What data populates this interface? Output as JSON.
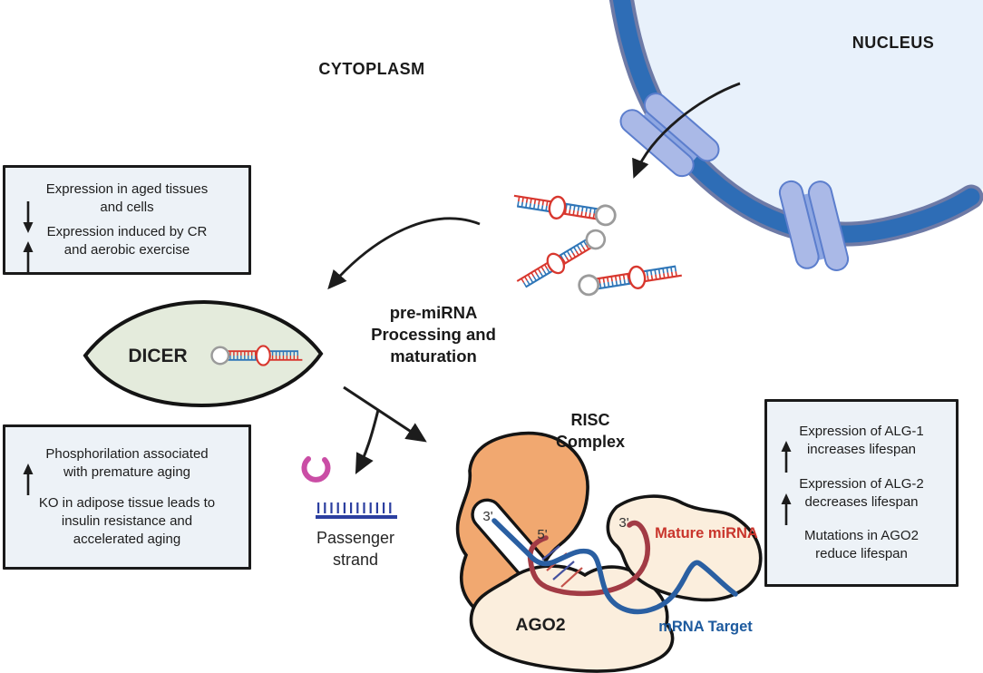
{
  "regions": {
    "cytoplasm_label": "CYTOPLASM",
    "nucleus_label": "NUCLEUS"
  },
  "molecules": {
    "dicer_label": "DICER",
    "ago2_label": "AGO2",
    "risc_label_line1": "RISC",
    "risc_label_line2": "Complex",
    "processing_line1": "pre-miRNA",
    "processing_line2": "Processing and",
    "processing_line3": "maturation",
    "passenger_line1": "Passenger",
    "passenger_line2": "strand",
    "mature_mirna_label": "Mature miRNA",
    "mrna_target_label": "mRNA Target",
    "slot_three_prime": "3'",
    "slot_five_prime": "5'",
    "mirna_three_prime": "3'"
  },
  "annotation_boxes": {
    "dicer_regulation": {
      "items": [
        {
          "icon": "arrow-down",
          "lines": [
            "Expression in aged tissues",
            "and cells"
          ]
        },
        {
          "icon": "arrow-up",
          "lines": [
            "Expression induced by CR",
            "and aerobic exercise"
          ]
        }
      ]
    },
    "dicer_aging": {
      "items": [
        {
          "icon": "arrow-up",
          "lines": [
            "Phosphorilation associated",
            "with premature aging"
          ]
        },
        {
          "icon": "none",
          "lines": [
            "KO in adipose tissue leads to",
            "insulin resistance and",
            "accelerated aging"
          ]
        }
      ]
    },
    "risc_lifespan": {
      "items": [
        {
          "icon": "arrow-up",
          "lines": [
            "Expression of ALG-1",
            "increases lifespan"
          ]
        },
        {
          "icon": "arrow-up",
          "lines": [
            "Expression of ALG-2",
            "decreases lifespan"
          ]
        },
        {
          "icon": "none",
          "lines": [
            "Mutations in AGO2",
            "reduce lifespan"
          ]
        }
      ]
    }
  },
  "colors": {
    "nucleus_fill": "#e8f1fb",
    "nucleus_membrane": "#2e6db6",
    "nucleus_membrane_edge": "#6e7aa6",
    "nuclear_pore_fill": "#aab9e7",
    "nuclear_pore_stroke": "#5c7ecd",
    "dicer_fill": "#e4ebdc",
    "risc_orange": "#f1a870",
    "ago2_cream": "#fbeedd",
    "mature_mirna_red": "#a23b45",
    "mature_mirna_label_red": "#c9352c",
    "mrna_blue": "#2a5fa2",
    "mrna_label_blue": "#1d5a9e",
    "hairpin_red": "#d8372e",
    "hairpin_blue": "#2f76b8",
    "hairpin_loop_gray": "#9b9b9b",
    "passenger_blue": "#2c3fa0",
    "loop_pink": "#ca4da5",
    "box_fill": "#edf2f7",
    "outline_black": "#141414"
  }
}
